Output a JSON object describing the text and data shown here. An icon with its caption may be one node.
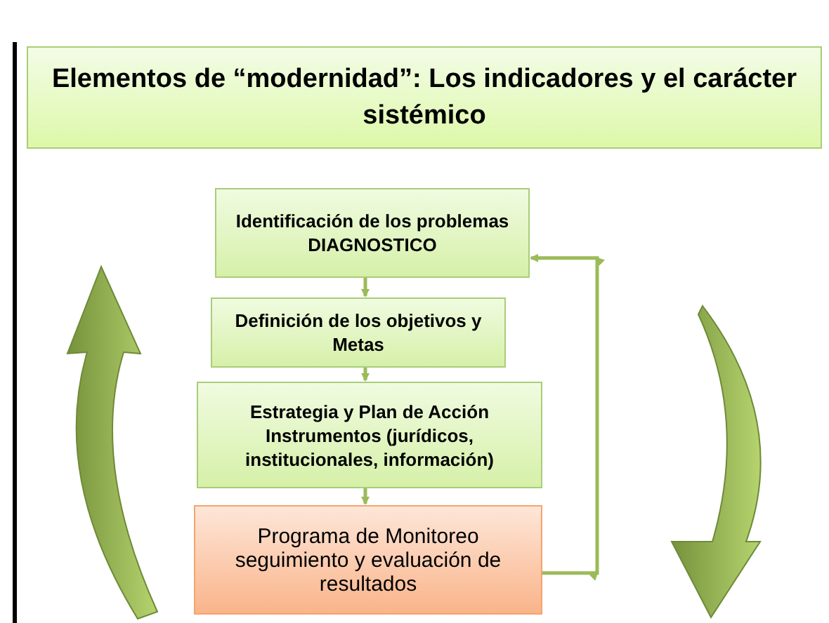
{
  "diagram": {
    "title": "Elementos de “modernidad”: Los indicadores y el carácter sistémico",
    "nodes": [
      {
        "text": [
          "Identificación de los problemas DIAGNOSTICO"
        ]
      },
      {
        "text": [
          "Definición de los objetivos y Metas"
        ]
      },
      {
        "text": [
          "Estrategia y Plan de Acción Instrumentos (jurídicos, institucionales, información)"
        ]
      },
      {
        "text": [
          "Programa de Monitoreo seguimiento y evaluación de resultados"
        ]
      }
    ],
    "edges": [
      {
        "from": 0,
        "to": 1,
        "arrow": "to"
      },
      {
        "from": 1,
        "to": 2,
        "arrow": "to"
      },
      {
        "from": 2,
        "to": 3,
        "arrow": "to"
      },
      {
        "from": 3,
        "to": 0,
        "arrow": "to"
      }
    ]
  }
}
